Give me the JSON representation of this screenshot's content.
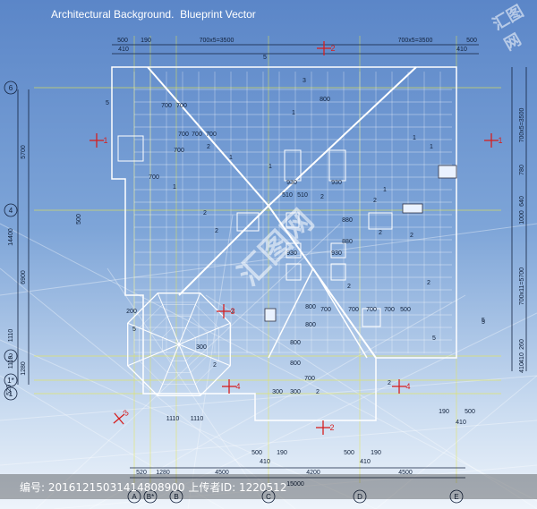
{
  "title": "Architectural Background.  Blueprint Vector",
  "watermark": "汇图网",
  "footer": {
    "text": "编号: 20161215031414808900 上传者ID: 1220512"
  },
  "top_dimensions": [
    "500",
    "190",
    "700x5=3500",
    "700x5=3500",
    "500",
    "410",
    "410"
  ],
  "left_dimensions": [
    "5700",
    "14400",
    "6900",
    "1110",
    "1110",
    "1280",
    "520",
    "500"
  ],
  "right_dimensions": [
    "700x5=3500",
    "780",
    "640",
    "1000",
    "700x11=5700",
    "260",
    "410",
    "410"
  ],
  "bottom_dimensions": [
    "520",
    "1280",
    "4500",
    "4200",
    "4500",
    "15000",
    "1110",
    "1110",
    "500",
    "190",
    "410",
    "500",
    "190",
    "410",
    "190",
    "500",
    "410"
  ],
  "interior_dimensions": [
    "700",
    "700",
    "700",
    "700",
    "700",
    "700",
    "930",
    "930",
    "510",
    "510",
    "880",
    "880",
    "930",
    "930",
    "800",
    "800",
    "800",
    "800",
    "800",
    "700",
    "700",
    "700",
    "700",
    "700",
    "500",
    "200",
    "300",
    "300",
    "300",
    "700"
  ],
  "row_axes": [
    "6",
    "4",
    "2",
    "1*",
    "1"
  ],
  "column_axes": [
    "A",
    "B*",
    "B",
    "C",
    "D",
    "E"
  ],
  "section_marks": [
    "2",
    "1",
    "1",
    "3",
    "3",
    "4",
    "4",
    "2"
  ],
  "callouts": [
    "5",
    "5",
    "5",
    "5",
    "3",
    "2",
    "2",
    "2",
    "2",
    "2",
    "2",
    "1",
    "1",
    "1",
    "1",
    "1",
    "1",
    "1",
    "2",
    "2",
    "2",
    "2",
    "2",
    "2",
    "2",
    "5",
    "5"
  ],
  "colors": {
    "line": "#ffffff",
    "section_mark": "#d61f1f",
    "yellow_line": "#e8e84a"
  }
}
